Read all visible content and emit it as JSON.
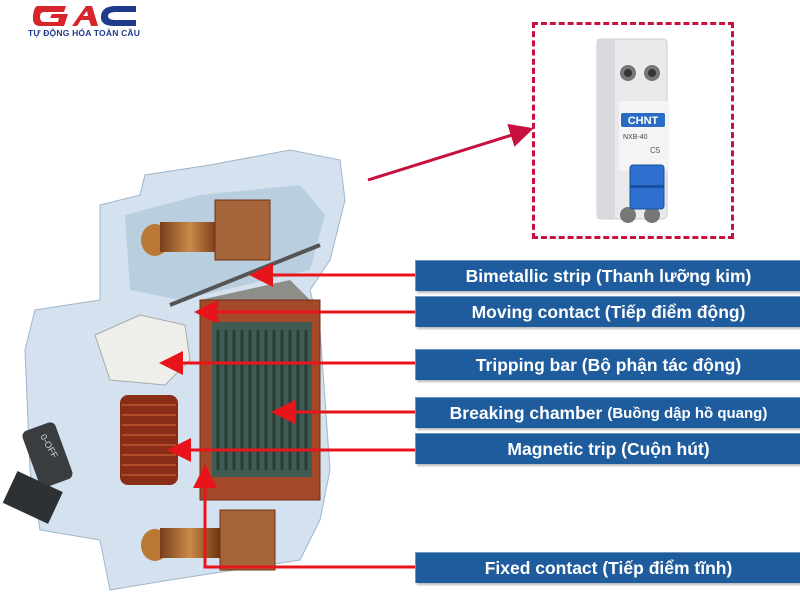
{
  "logo": {
    "brand": "GAC",
    "tagline": "TỰ ĐỘNG HÓA TOÀN CẦU"
  },
  "product": {
    "brand": "CHNT",
    "model": "NXB-40",
    "rating": "C5"
  },
  "breaker": {
    "handle_text": "0-OFF"
  },
  "labels": [
    {
      "text": "Bimetallic strip (Thanh lưỡng kim)"
    },
    {
      "text": "Moving contact (Tiếp điểm động)"
    },
    {
      "text": "Tripping bar (Bộ phận tác động)"
    },
    {
      "main": "Breaking chamber",
      "sub": "(Buồng dập hồ quang)"
    },
    {
      "text": "Magnetic trip (Cuộn hút)"
    },
    {
      "text": "Fixed contact (Tiếp điểm tĩnh)"
    }
  ],
  "colors": {
    "label_bg": "#1f5c9e",
    "arrow": "#e8141b",
    "accent": "#c8103e"
  }
}
